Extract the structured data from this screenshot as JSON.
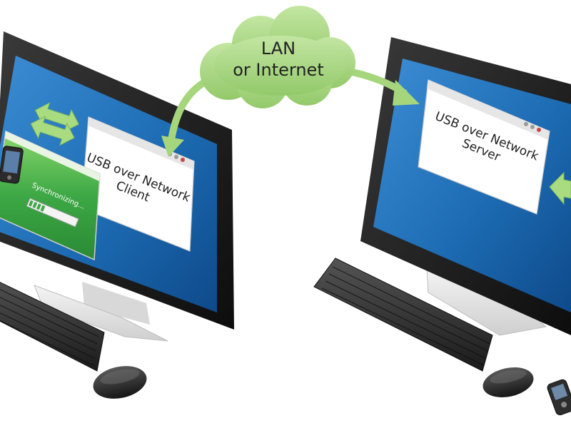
{
  "cloud": {
    "line1": "LAN",
    "line2": "or Internet"
  },
  "client": {
    "window_line1": "USB over Network",
    "window_line2": "Client",
    "sync_label": "Synchronizing..."
  },
  "server": {
    "window_line1": "USB over Network",
    "window_line2": "Server"
  },
  "colors": {
    "cloud_fill": "#a6d67c",
    "arrow_fill": "#9fd476",
    "screen_blue": "#1d6cb4",
    "monitor_frame": "#222222",
    "sync_green": "#3da845"
  }
}
